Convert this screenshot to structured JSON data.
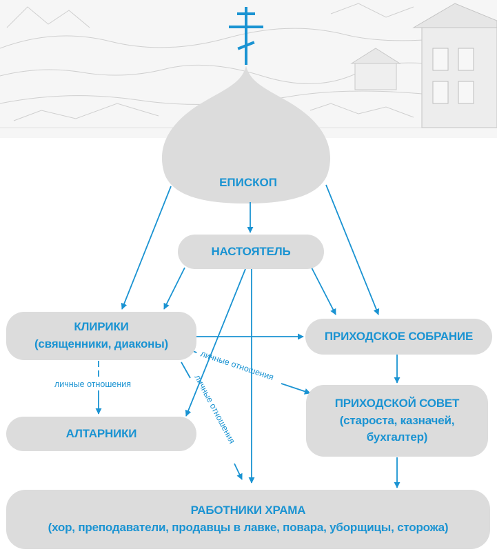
{
  "nodes": {
    "bishop": "ЕПИСКОП",
    "rector": "НАСТОЯТЕЛЬ",
    "clergy_title": "КЛИРИКИ",
    "clergy_sub": "(священники, диаконы)",
    "altar_servers": "АЛТАРНИКИ",
    "parish_assembly": "ПРИХОДСКОЕ СОБРАНИЕ",
    "parish_council_title": "ПРИХОДСКОЙ СОВЕТ",
    "parish_council_sub1": "(староста, казначей,",
    "parish_council_sub2": "бухгалтер)",
    "workers_title": "РАБОТНИКИ ХРАМА",
    "workers_sub": "(хор, преподаватели, продавцы в лавке, повара, уборщицы, сторожа)"
  },
  "relations": {
    "label_1": "личные отношения",
    "label_2": "личные отношения",
    "label_3": "личные отношения"
  },
  "colors": {
    "accent": "#1a93d2",
    "node_fill": "#dcdcdc",
    "sketch": "#c9c9c9"
  },
  "icons": [
    "orthodox-cross-icon",
    "onion-dome-icon"
  ]
}
